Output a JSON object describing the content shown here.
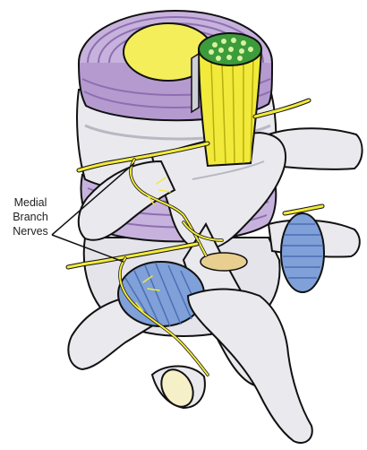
{
  "annotation": {
    "lines": [
      "Medial",
      "Branch",
      "Nerves"
    ]
  },
  "colors": {
    "bone": "#e9e9ee",
    "bone_shadow": "#b8b8c4",
    "outline": "#111111",
    "disc": "#b59ad0",
    "disc_shadow": "#8d6fb0",
    "nucleus": "#f4ee5a",
    "nerve": "#f2ea3a",
    "spinal_cord_core": "#3c9b3a",
    "joint_capsule": "#7fa0d8",
    "joint_capsule_dark": "#4c6eb4",
    "foramen_tissue": "#e8cf8f"
  },
  "icons": {
    "illustration": "lumbar-spine-facet-joint-illustration"
  }
}
